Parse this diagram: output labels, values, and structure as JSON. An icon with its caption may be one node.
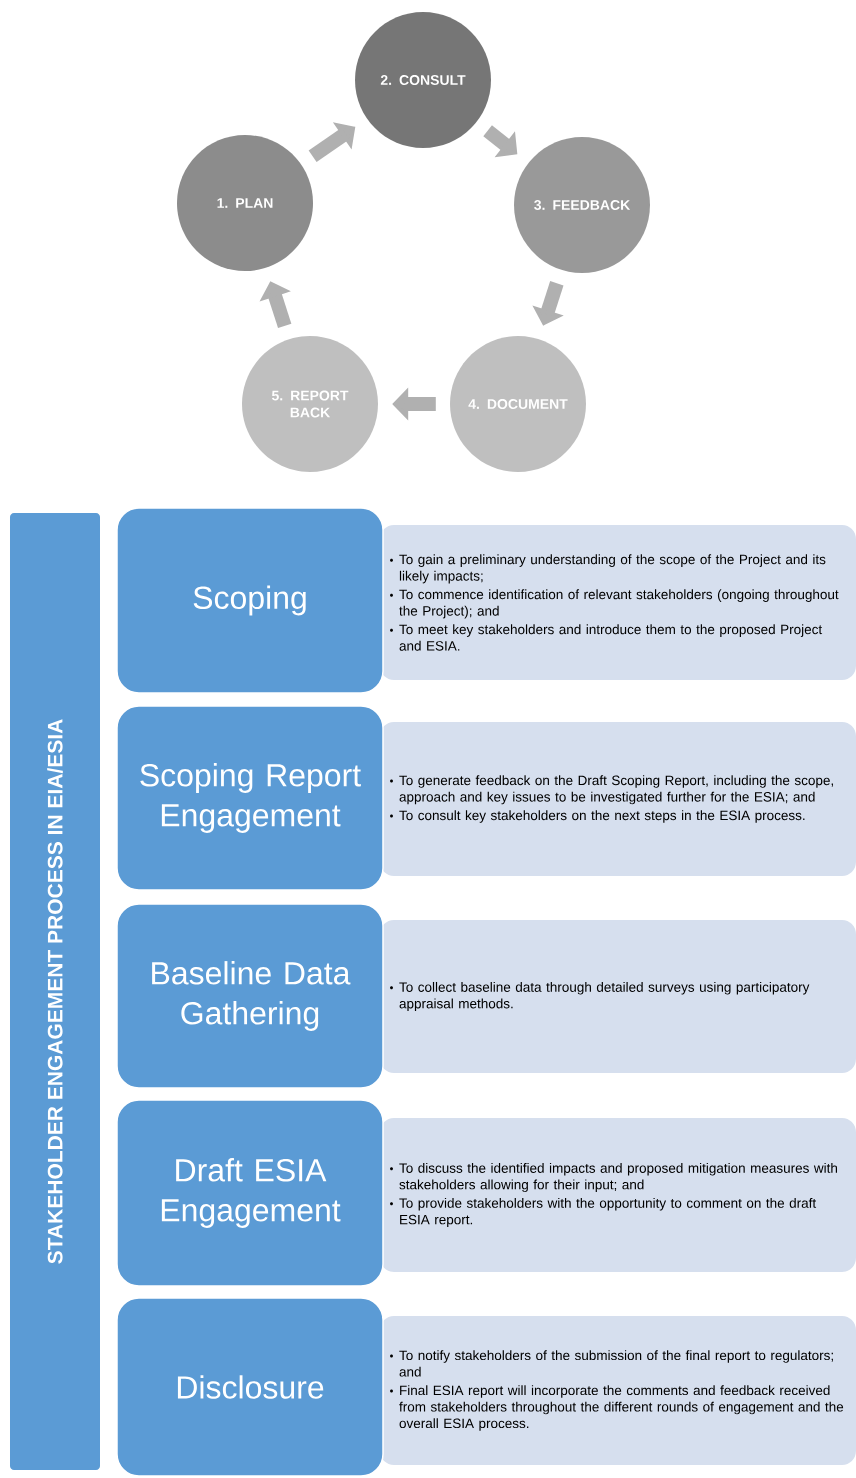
{
  "diagram": {
    "nodes": [
      {
        "text": [
          "1. PLAN"
        ]
      },
      {
        "text": [
          "2. CONSULT"
        ]
      },
      {
        "text": [
          "3. FEEDBACK"
        ]
      },
      {
        "text": [
          "4. DOCUMENT"
        ]
      },
      {
        "text": [
          "5. REPORT BACK"
        ]
      },
      {
        "text": [
          "STAKEHOLDER ENGAGEMENT PROCESS IN EIA/ESIA"
        ]
      },
      {
        "text": [
          "Scoping"
        ]
      },
      {
        "text": [
          "To gain a preliminary understanding of the scope of the Project and its likely impacts;",
          "To commence identification of relevant stakeholders (ongoing throughout the Project); and",
          "To meet key stakeholders and introduce them to the proposed Project and ESIA."
        ]
      },
      {
        "text": [
          "Scoping Report Engagement"
        ]
      },
      {
        "text": [
          "To generate feedback on the Draft Scoping Report, including the scope, approach and key issues to be investigated further for the ESIA; and",
          "To consult key stakeholders on the next steps in the ESIA process."
        ]
      },
      {
        "text": [
          "Baseline Data Gathering"
        ]
      },
      {
        "text": [
          "To collect baseline data through detailed surveys using participatory appraisal methods."
        ]
      },
      {
        "text": [
          "Draft ESIA Engagement"
        ]
      },
      {
        "text": [
          "To discuss the identified impacts and proposed mitigation measures with stakeholders allowing for their input; and",
          "To provide stakeholders with the opportunity to comment on the draft ESIA report."
        ]
      },
      {
        "text": [
          "Disclosure"
        ]
      },
      {
        "text": [
          "To notify stakeholders of the submission of the final report to regulators; and",
          "Final ESIA report will incorporate the comments and feedback received from stakeholders throughout the different rounds of engagement and the overall ESIA process."
        ]
      }
    ],
    "edges": [
      {
        "from": 0,
        "to": 1,
        "arrow": "to"
      },
      {
        "from": 1,
        "to": 2,
        "arrow": "to"
      },
      {
        "from": 2,
        "to": 3,
        "arrow": "to"
      },
      {
        "from": 3,
        "to": 4,
        "arrow": "to"
      },
      {
        "from": 4,
        "to": 0,
        "arrow": "to"
      }
    ]
  }
}
